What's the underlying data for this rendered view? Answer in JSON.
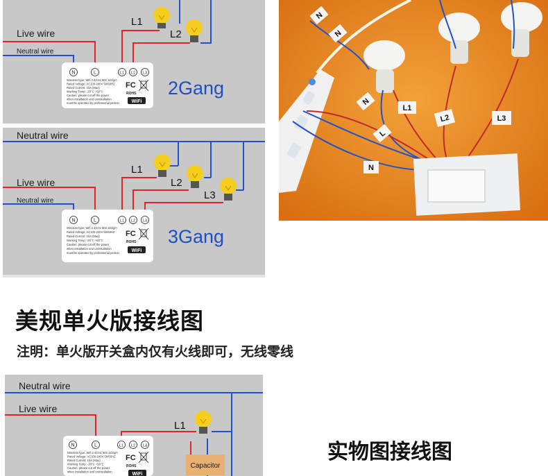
{
  "panel_2gang": {
    "live_wire": "Live wire",
    "neutral_wire": "Neutral wire",
    "lamp_labels": [
      "L1",
      "L2"
    ],
    "gang_label": "2Gang"
  },
  "panel_3gang": {
    "neutral_wire_top": "Neutral wire",
    "live_wire": "Live wire",
    "neutral_wire": "Neutral wire",
    "lamp_labels": [
      "L1",
      "L2",
      "L3"
    ],
    "gang_label": "3Gang"
  },
  "panel_capacitor": {
    "neutral_wire": "Neutral wire",
    "live_wire": "Live wire",
    "lamp_label": "L1",
    "capacitor_label": "Capacitor"
  },
  "module": {
    "terminals": [
      "N",
      "L",
      "L1",
      "L2",
      "L3"
    ],
    "spec_lines": [
      "Wireless type: Wifi 2.4GHz 802.11b/g/n",
      "Rated Voltage: AC100-240V 50/60HZ",
      "Rated Current: 10A (Max)",
      "Working Temp: -20°C ~50°C",
      "Caution: please cut off the power",
      "when installation and uninstallation",
      "must be operated by professional person"
    ],
    "fc_mark": "FC",
    "rohs_mark": "ROHS",
    "wifi_mark": "WiFi"
  },
  "photo": {
    "tags": [
      "N",
      "N",
      "N",
      "L",
      "L1",
      "L2",
      "L3",
      "N"
    ]
  },
  "heading": "美规单火版接线图",
  "note": "注明：单火版开关盒内仅有火线即可，无线零线",
  "photo_title": "实物图接线图",
  "colors": {
    "panel_bg": "#c8c8c8",
    "live": "#e0242b",
    "neutral": "#2450c8",
    "bulb": "#f5cf1f",
    "gang_text": "#1f4fc4",
    "capacitor": "#e8b171"
  }
}
